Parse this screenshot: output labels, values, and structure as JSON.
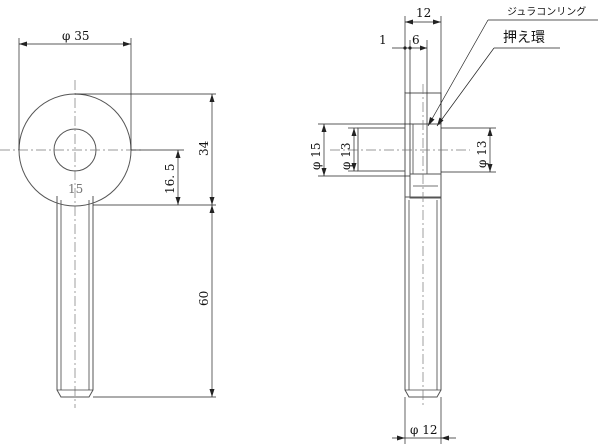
{
  "front_view": {
    "dia_label": "φ 35",
    "engraving": "15",
    "dim_center_height": "16. 5",
    "dim_head_height": "34",
    "dim_shaft_length": "60"
  },
  "side_view": {
    "dim_total_width": "12",
    "dim_gap": "1",
    "dim_offset": "6",
    "dia_outer_15": "φ 15",
    "dia_inner_13": "φ 13",
    "dia_right_13": "φ 13",
    "dia_shaft_12": "φ 12",
    "callout_ring": "ジュラコンリング",
    "callout_retainer": "押え環"
  }
}
